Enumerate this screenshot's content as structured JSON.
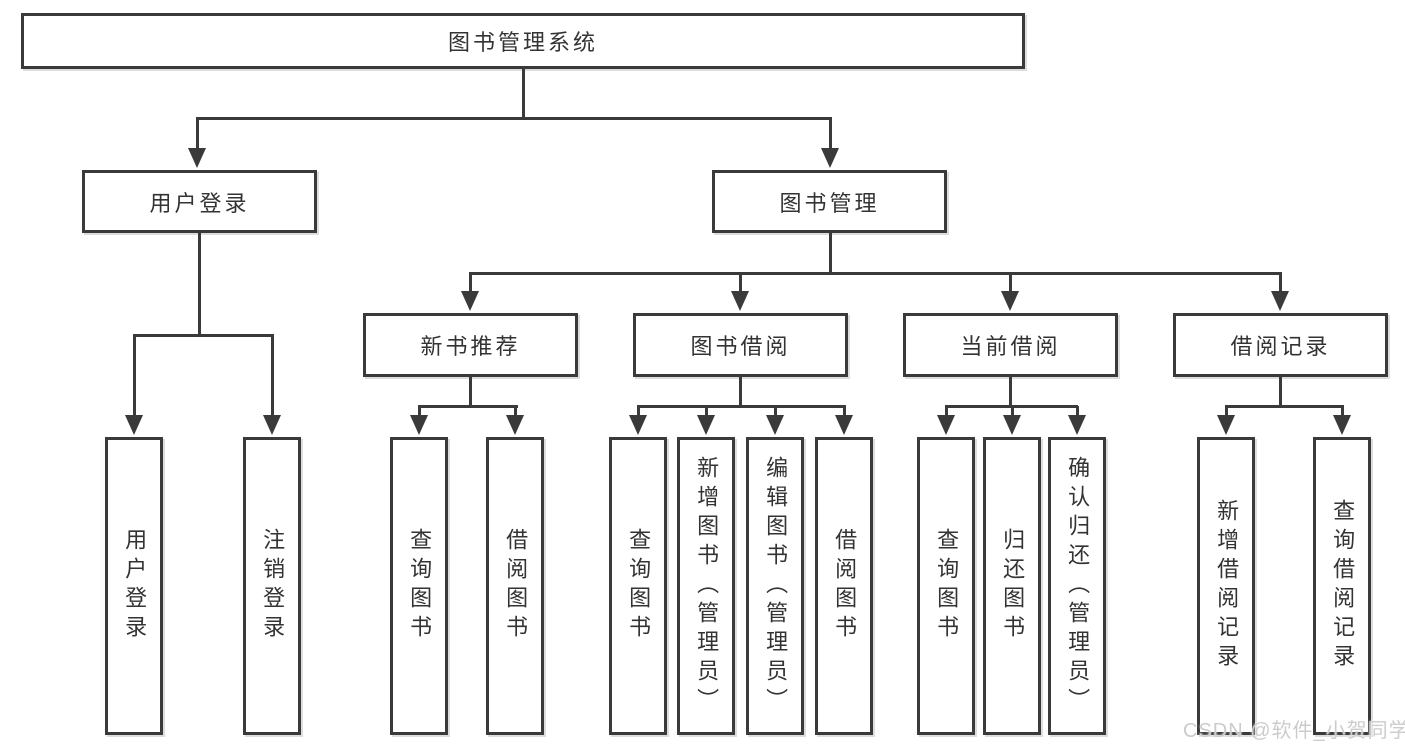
{
  "diagram": {
    "root": {
      "label": "图书管理系统"
    },
    "level2": [
      {
        "label": "用户登录"
      },
      {
        "label": "图书管理"
      }
    ],
    "level3": [
      {
        "label": "新书推荐"
      },
      {
        "label": "图书借阅"
      },
      {
        "label": "当前借阅"
      },
      {
        "label": "借阅记录"
      }
    ],
    "leaves": {
      "user": [
        "用户登录",
        "注销登录"
      ],
      "recommend": [
        "查询图书",
        "借阅图书"
      ],
      "borrow": [
        "查询图书",
        "新增图书（管理员）",
        "编辑图书（管理员）",
        "借阅图书"
      ],
      "current": [
        "查询图书",
        "归还图书",
        "确认归还（管理员）"
      ],
      "records": [
        "新增借阅记录",
        "查询借阅记录"
      ]
    }
  },
  "watermark": "CSDN @软件_小贺同学",
  "colors": {
    "line": "#3a3a3a",
    "text": "#333333",
    "watermark": "#cccccc",
    "background": "#ffffff"
  }
}
